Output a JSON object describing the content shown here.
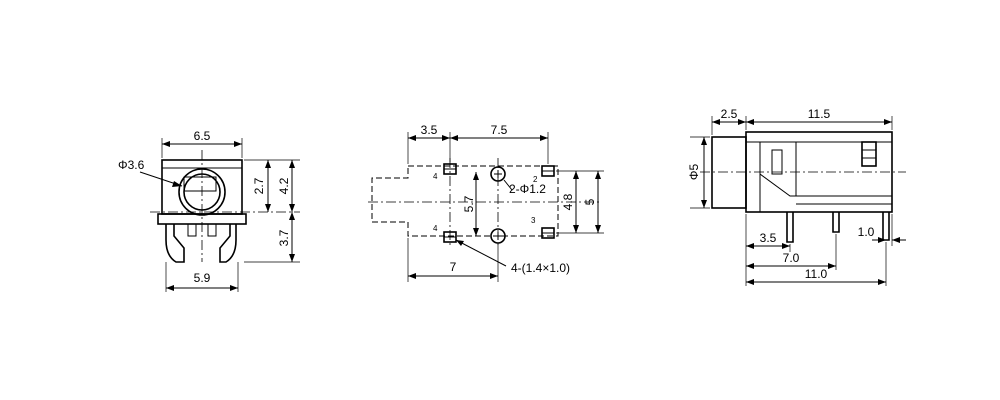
{
  "front_view": {
    "width_top": "6.5",
    "hole_dia": "Φ3.6",
    "upper_height": "2.7",
    "total_height": "4.2",
    "lower_height": "3.7",
    "width_bottom": "5.9"
  },
  "pcb_view": {
    "pitch_left": "3.5",
    "pitch_right": "7.5",
    "pad_label_4a": "4",
    "pad_label_2": "2",
    "hole_label": "2-Φ1.2",
    "height_inner": "5.7",
    "height_48": "4.8",
    "height_5": "5",
    "pad_label_4b": "4",
    "pad_label_3": "3",
    "bottom_width": "7",
    "pad_size": "4-(1.4×1.0)"
  },
  "side_view": {
    "front_len": "2.5",
    "body_len": "11.5",
    "dia": "Φ5",
    "dim_35": "3.5",
    "dim_10": "1.0",
    "dim_70": "7.0",
    "dim_110": "11.0"
  }
}
